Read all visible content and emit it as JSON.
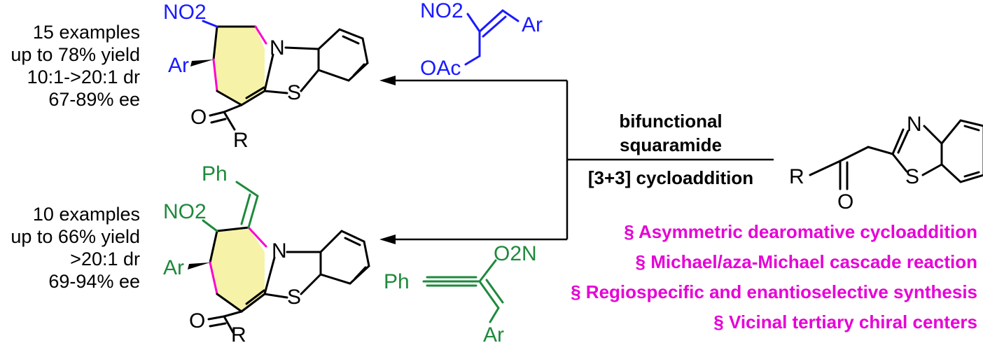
{
  "colors": {
    "blue": "#1a1aff",
    "green": "#1e8a3c",
    "magenta": "#e600d6",
    "ring_fill": "#f6f3a8",
    "black": "#000000"
  },
  "product_top": {
    "stats": [
      "15 examples",
      "up to 78% yield",
      "10:1->20:1 dr",
      "67-89% ee"
    ],
    "atoms": {
      "no2": "NO2",
      "ar": "Ar",
      "n": "N",
      "s": "S",
      "o": "O",
      "r": "R"
    }
  },
  "product_bottom": {
    "stats": [
      "10 examples",
      "up to 66% yield",
      ">20:1 dr",
      "69-94% ee"
    ],
    "atoms": {
      "ph": "Ph",
      "no2": "NO2",
      "ar": "Ar",
      "n": "N",
      "s": "S",
      "o": "O",
      "r": "R"
    }
  },
  "reagent_top": {
    "atoms": {
      "no2": "NO2",
      "ar": "Ar",
      "oac": "OAc"
    }
  },
  "reagent_bottom": {
    "atoms": {
      "o2n": "O2N",
      "ph": "Ph",
      "ar": "Ar"
    }
  },
  "starting_material": {
    "atoms": {
      "n": "N",
      "s": "S",
      "r": "R",
      "o": "O"
    }
  },
  "conditions": {
    "catalyst_line1": "bifunctional",
    "catalyst_line2": "squaramide",
    "reaction": "[3+3] cycloaddition"
  },
  "highlights": [
    "§ Asymmetric dearomative cycloaddition",
    "§ Michael/aza-Michael cascade reaction",
    "§ Regiospecific and enantioselective synthesis",
    "§ Vicinal tertiary chiral centers"
  ]
}
